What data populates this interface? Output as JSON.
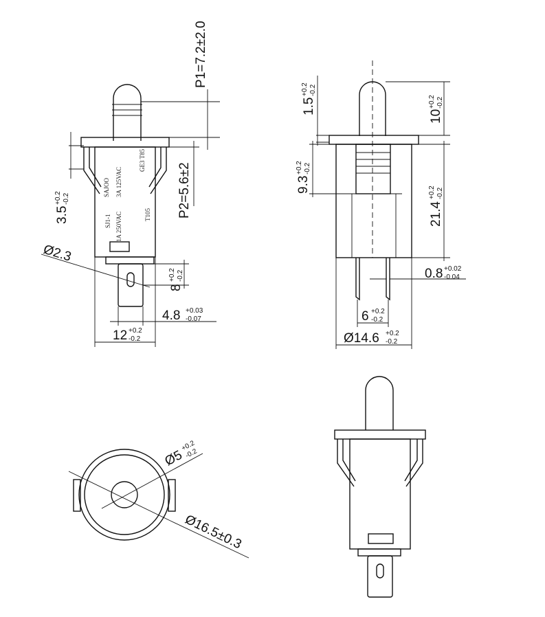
{
  "dimensions": {
    "p1": "P1=7.2±2.0",
    "p2": "P2=5.6±2",
    "left_35": {
      "base": "3.5",
      "tol_upper": "+0.2",
      "tol_lower": "-0.2"
    },
    "hole_dia": "Ø2.3",
    "left_8": {
      "base": "8",
      "tol_upper": "+0.2",
      "tol_lower": "-0.2"
    },
    "left_48": {
      "base": "4.8",
      "tol_upper": "+0.03",
      "tol_lower": "-0.07"
    },
    "left_12": {
      "base": "12",
      "tol_upper": "+0.2",
      "tol_lower": "-0.2"
    },
    "right_15": {
      "base": "1.5",
      "tol_upper": "+0.2",
      "tol_lower": "-0.2"
    },
    "right_10": {
      "base": "10",
      "tol_upper": "+0.2",
      "tol_lower": "-0.2"
    },
    "right_93": {
      "base": "9.3",
      "tol_upper": "+0.2",
      "tol_lower": "-0.2"
    },
    "right_214": {
      "base": "21.4",
      "tol_upper": "+0.2",
      "tol_lower": "-0.2"
    },
    "right_08": {
      "base": "0.8",
      "tol_upper": "+0.02",
      "tol_lower": "-0.04"
    },
    "right_6": {
      "base": "6",
      "tol_upper": "+0.2",
      "tol_lower": "-0.2"
    },
    "right_146": {
      "base": "Ø14.6",
      "tol_upper": "+0.2",
      "tol_lower": "-0.2"
    },
    "bottom_5": {
      "base": "Ø5",
      "tol_upper": "+0.2",
      "tol_lower": "-0.2"
    },
    "bottom_165": "Ø16.5±0.3"
  },
  "body_markings": {
    "model": "SJ1-1",
    "brand": "SAJOO",
    "rating1": "1A 250VAC",
    "rating2": "3A 125VAC",
    "temp": "T105",
    "ge": "GE3 T85"
  }
}
